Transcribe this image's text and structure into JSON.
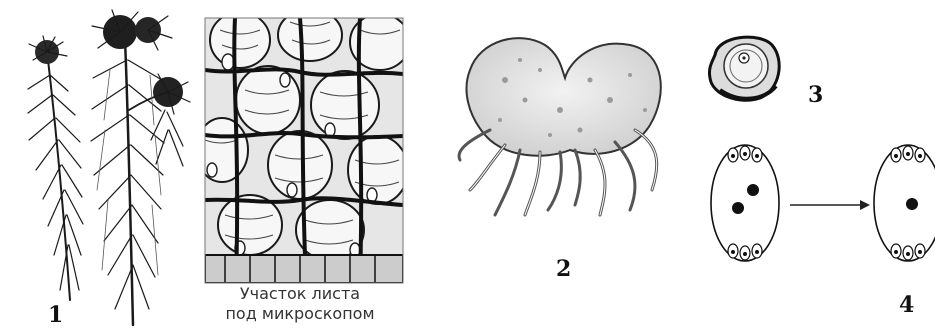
{
  "figure": {
    "labels": [
      "1",
      "2",
      "3",
      "4"
    ],
    "caption": {
      "line1": "Участок листа",
      "line2": "под микроскопом"
    }
  }
}
